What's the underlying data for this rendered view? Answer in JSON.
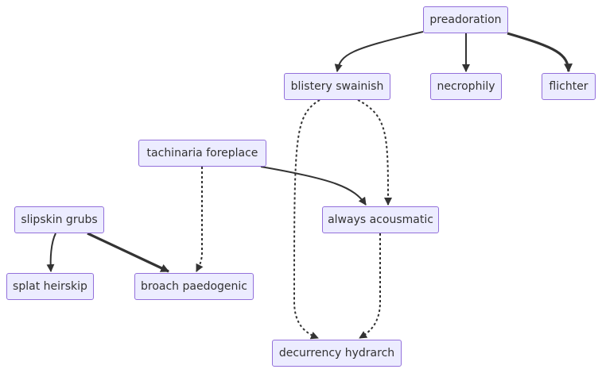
{
  "nodes": {
    "preadoration": "preadoration",
    "blistery_swainish": "blistery swainish",
    "necrophily": "necrophily",
    "flichter": "flichter",
    "tachinaria_foreplace": "tachinaria foreplace",
    "always_acousmatic": "always acousmatic",
    "slipskin_grubs": "slipskin grubs",
    "splat_heirskip": "splat heirskip",
    "broach_paedogenic": "broach paedogenic",
    "decurrency_hydrarch": "decurrency hydrarch"
  },
  "edges": [
    {
      "from": "preadoration",
      "to": "blistery_swainish",
      "style": "solid"
    },
    {
      "from": "preadoration",
      "to": "necrophily",
      "style": "solid"
    },
    {
      "from": "preadoration",
      "to": "flichter",
      "style": "thick"
    },
    {
      "from": "blistery_swainish",
      "to": "always_acousmatic",
      "style": "dotted"
    },
    {
      "from": "blistery_swainish",
      "to": "decurrency_hydrarch",
      "style": "dotted"
    },
    {
      "from": "tachinaria_foreplace",
      "to": "always_acousmatic",
      "style": "solid"
    },
    {
      "from": "tachinaria_foreplace",
      "to": "broach_paedogenic",
      "style": "dotted"
    },
    {
      "from": "slipskin_grubs",
      "to": "splat_heirskip",
      "style": "solid"
    },
    {
      "from": "slipskin_grubs",
      "to": "broach_paedogenic",
      "style": "thick"
    },
    {
      "from": "always_acousmatic",
      "to": "decurrency_hydrarch",
      "style": "dotted"
    }
  ],
  "colors": {
    "node_fill": "#ececff",
    "node_border": "#9370db",
    "text": "#333333",
    "edge": "#333333"
  }
}
